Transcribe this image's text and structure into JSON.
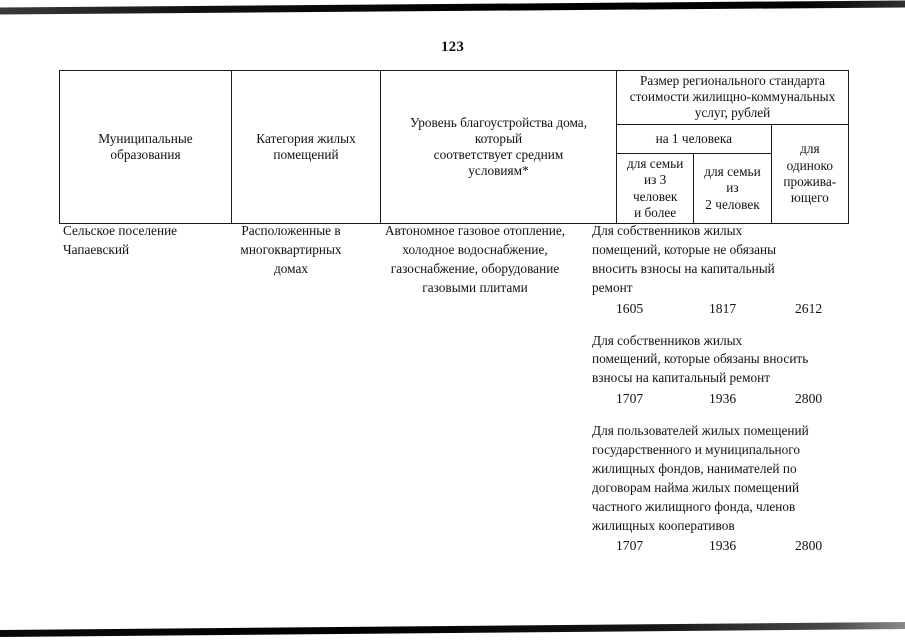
{
  "page": {
    "number": "123"
  },
  "table": {
    "headers": {
      "col1": "Муниципальные\nобразования",
      "col2": "Категория жилых\nпомещений",
      "col3": "Уровень благоустройства дома,\nкоторый\nсоответствует средним\nусловиям*",
      "group_standard": "Размер регионального стандарта\nстоимости жилищно-коммунальных\nуслуг, рублей",
      "per_person": "на 1 человека",
      "family_3_plus": "для семьи\nиз 3 человек\nи более",
      "family_2": "для семьи\nиз\n2 человек",
      "single_resident": "для\nодиноко\nпрожива-\nющего"
    },
    "row": {
      "municipality": "Сельское поселение\nЧапаевский",
      "category": "Расположенные в\nмногоквартирных\nдомах",
      "amenities": "Автономное газовое отопление,\nхолодное водоснабжение,\nгазоснабжение, оборудование\nгазовыми плитами",
      "standards": [
        {
          "description": "Для собственников жилых\nпомещений, которые не обязаны\nвносить взносы на капитальный\nремонт",
          "family_3_plus": "1605",
          "family_2": "1817",
          "single_resident": "2612"
        },
        {
          "description": "Для собственников  жилых\nпомещений, которые обязаны вносить\nвзносы на капитальный ремонт",
          "family_3_plus": "1707",
          "family_2": "1936",
          "single_resident": "2800"
        },
        {
          "description": "Для пользователей жилых помещений\nгосударственного и муниципального\nжилищных фондов, нанимателей по\nдоговорам найма жилых помещений\nчастного жилищного фонда, членов\nжилищных кооперативов",
          "family_3_plus": "1707",
          "family_2": "1936",
          "single_resident": "2800"
        }
      ]
    }
  },
  "colors": {
    "text": "#111111",
    "border": "#1a1a1a",
    "background": "#ffffff",
    "scan_edge": "#0a0a0a"
  }
}
